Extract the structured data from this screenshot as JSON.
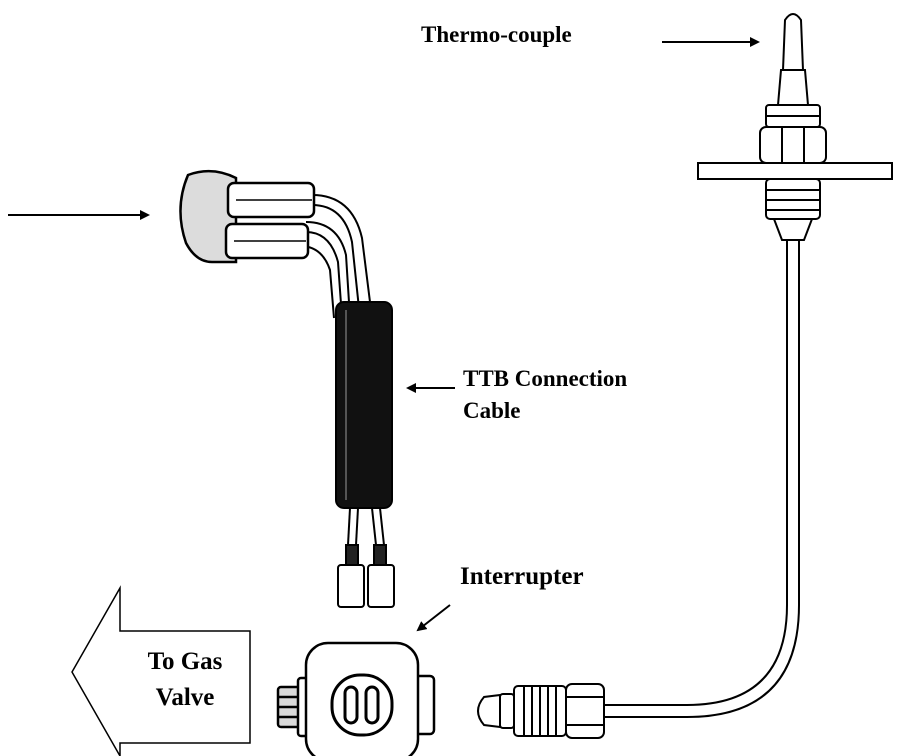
{
  "labels": {
    "thermocouple": "Thermo-couple",
    "ttb_cable_line1": "TTB Connection",
    "ttb_cable_line2": "Cable",
    "interrupter": "Interrupter",
    "gas_valve_line1": "To Gas",
    "gas_valve_line2": "Valve"
  },
  "colors": {
    "line": "#000000",
    "cable_sleeve": "#111111",
    "background": "#ffffff",
    "part_fill": "#ffffff",
    "shade": "#cfcfcf"
  }
}
